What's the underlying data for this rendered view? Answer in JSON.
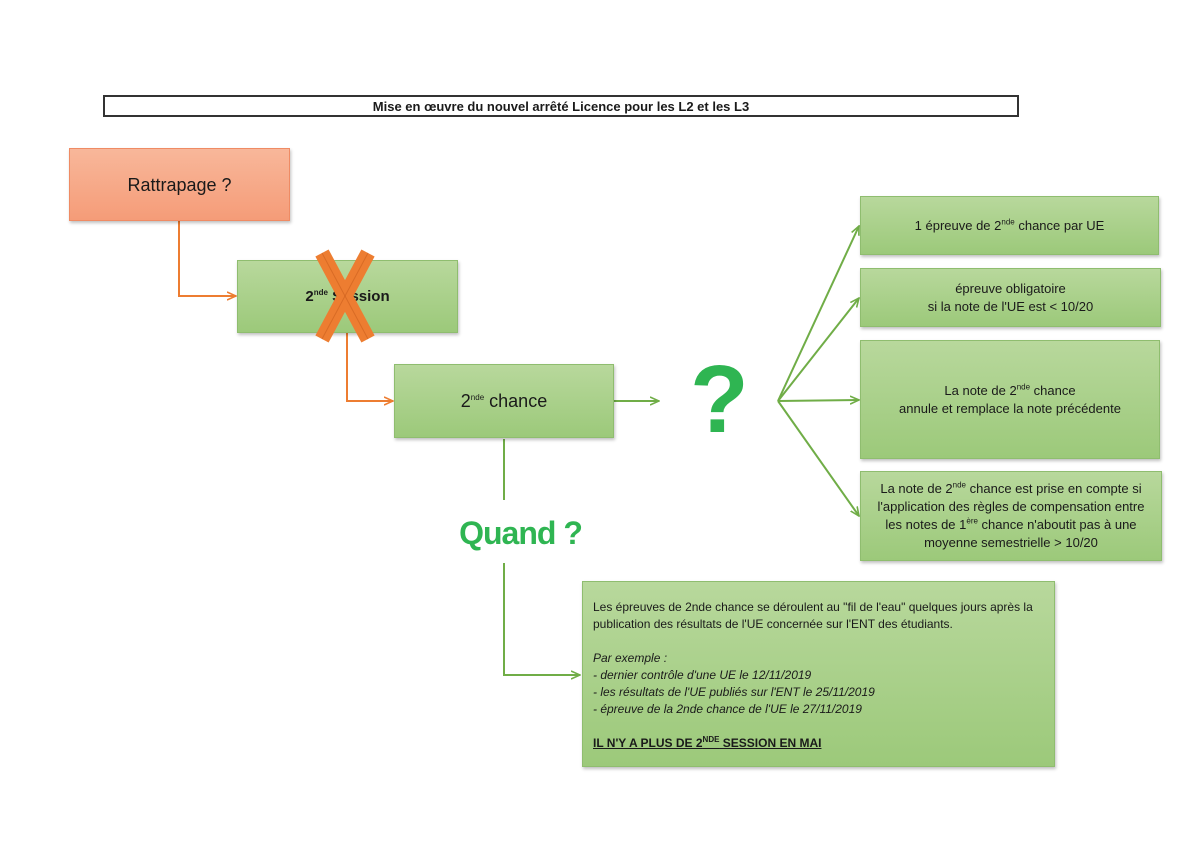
{
  "title": "Mise en œuvre du nouvel arrêté Licence pour les L2 et les L3",
  "rattrapage": "Rattrapage ?",
  "session_box": {
    "prefix": "2",
    "sup": "nde",
    "suffix": " Session"
  },
  "chance_box": {
    "prefix": "2",
    "sup": "nde",
    "suffix": " chance"
  },
  "question_mark": "?",
  "quand": "Quand ?",
  "right_boxes": {
    "b1": {
      "pre": "1 épreuve de 2",
      "sup": "nde",
      "post": " chance par UE"
    },
    "b2": {
      "line1": "épreuve obligatoire",
      "line2": "si la note de l'UE est < 10/20"
    },
    "b3": {
      "pre": "La note de 2",
      "sup": "nde",
      "post": " chance",
      "line2": "annule et remplace la note précédente"
    },
    "b4": {
      "pre": "La note de 2",
      "sup": "nde",
      "post": " chance est prise en compte si",
      "line2": "l'application des règles de compensation entre",
      "line3_pre": "les notes de 1",
      "line3_sup": "ère",
      "line3_post": " chance n'aboutit pas à une",
      "line4": "moyenne semestrielle > 10/20"
    }
  },
  "info": {
    "p1": "Les épreuves de 2nde chance se déroulent au \"fil de l'eau\" quelques jours après la publication des résultats de l'UE concernée sur l'ENT des étudiants.",
    "example_title": "Par exemple :",
    "ex1": "- dernier contrôle d'une UE le 12/11/2019",
    "ex2": "- les résultats de l'UE publiés sur l'ENT le 25/11/2019",
    "ex3": "- épreuve de la 2nde chance de l'UE le 27/11/2019",
    "warning_pre": "IL N'Y A PLUS DE 2",
    "warning_sup": "NDE",
    "warning_post": " SESSION EN MAI"
  },
  "colors": {
    "orange_arrow": "#ed7d31",
    "green_arrow": "#70ad47",
    "accent_green": "#2fb552",
    "cross": "#ed7d31"
  }
}
